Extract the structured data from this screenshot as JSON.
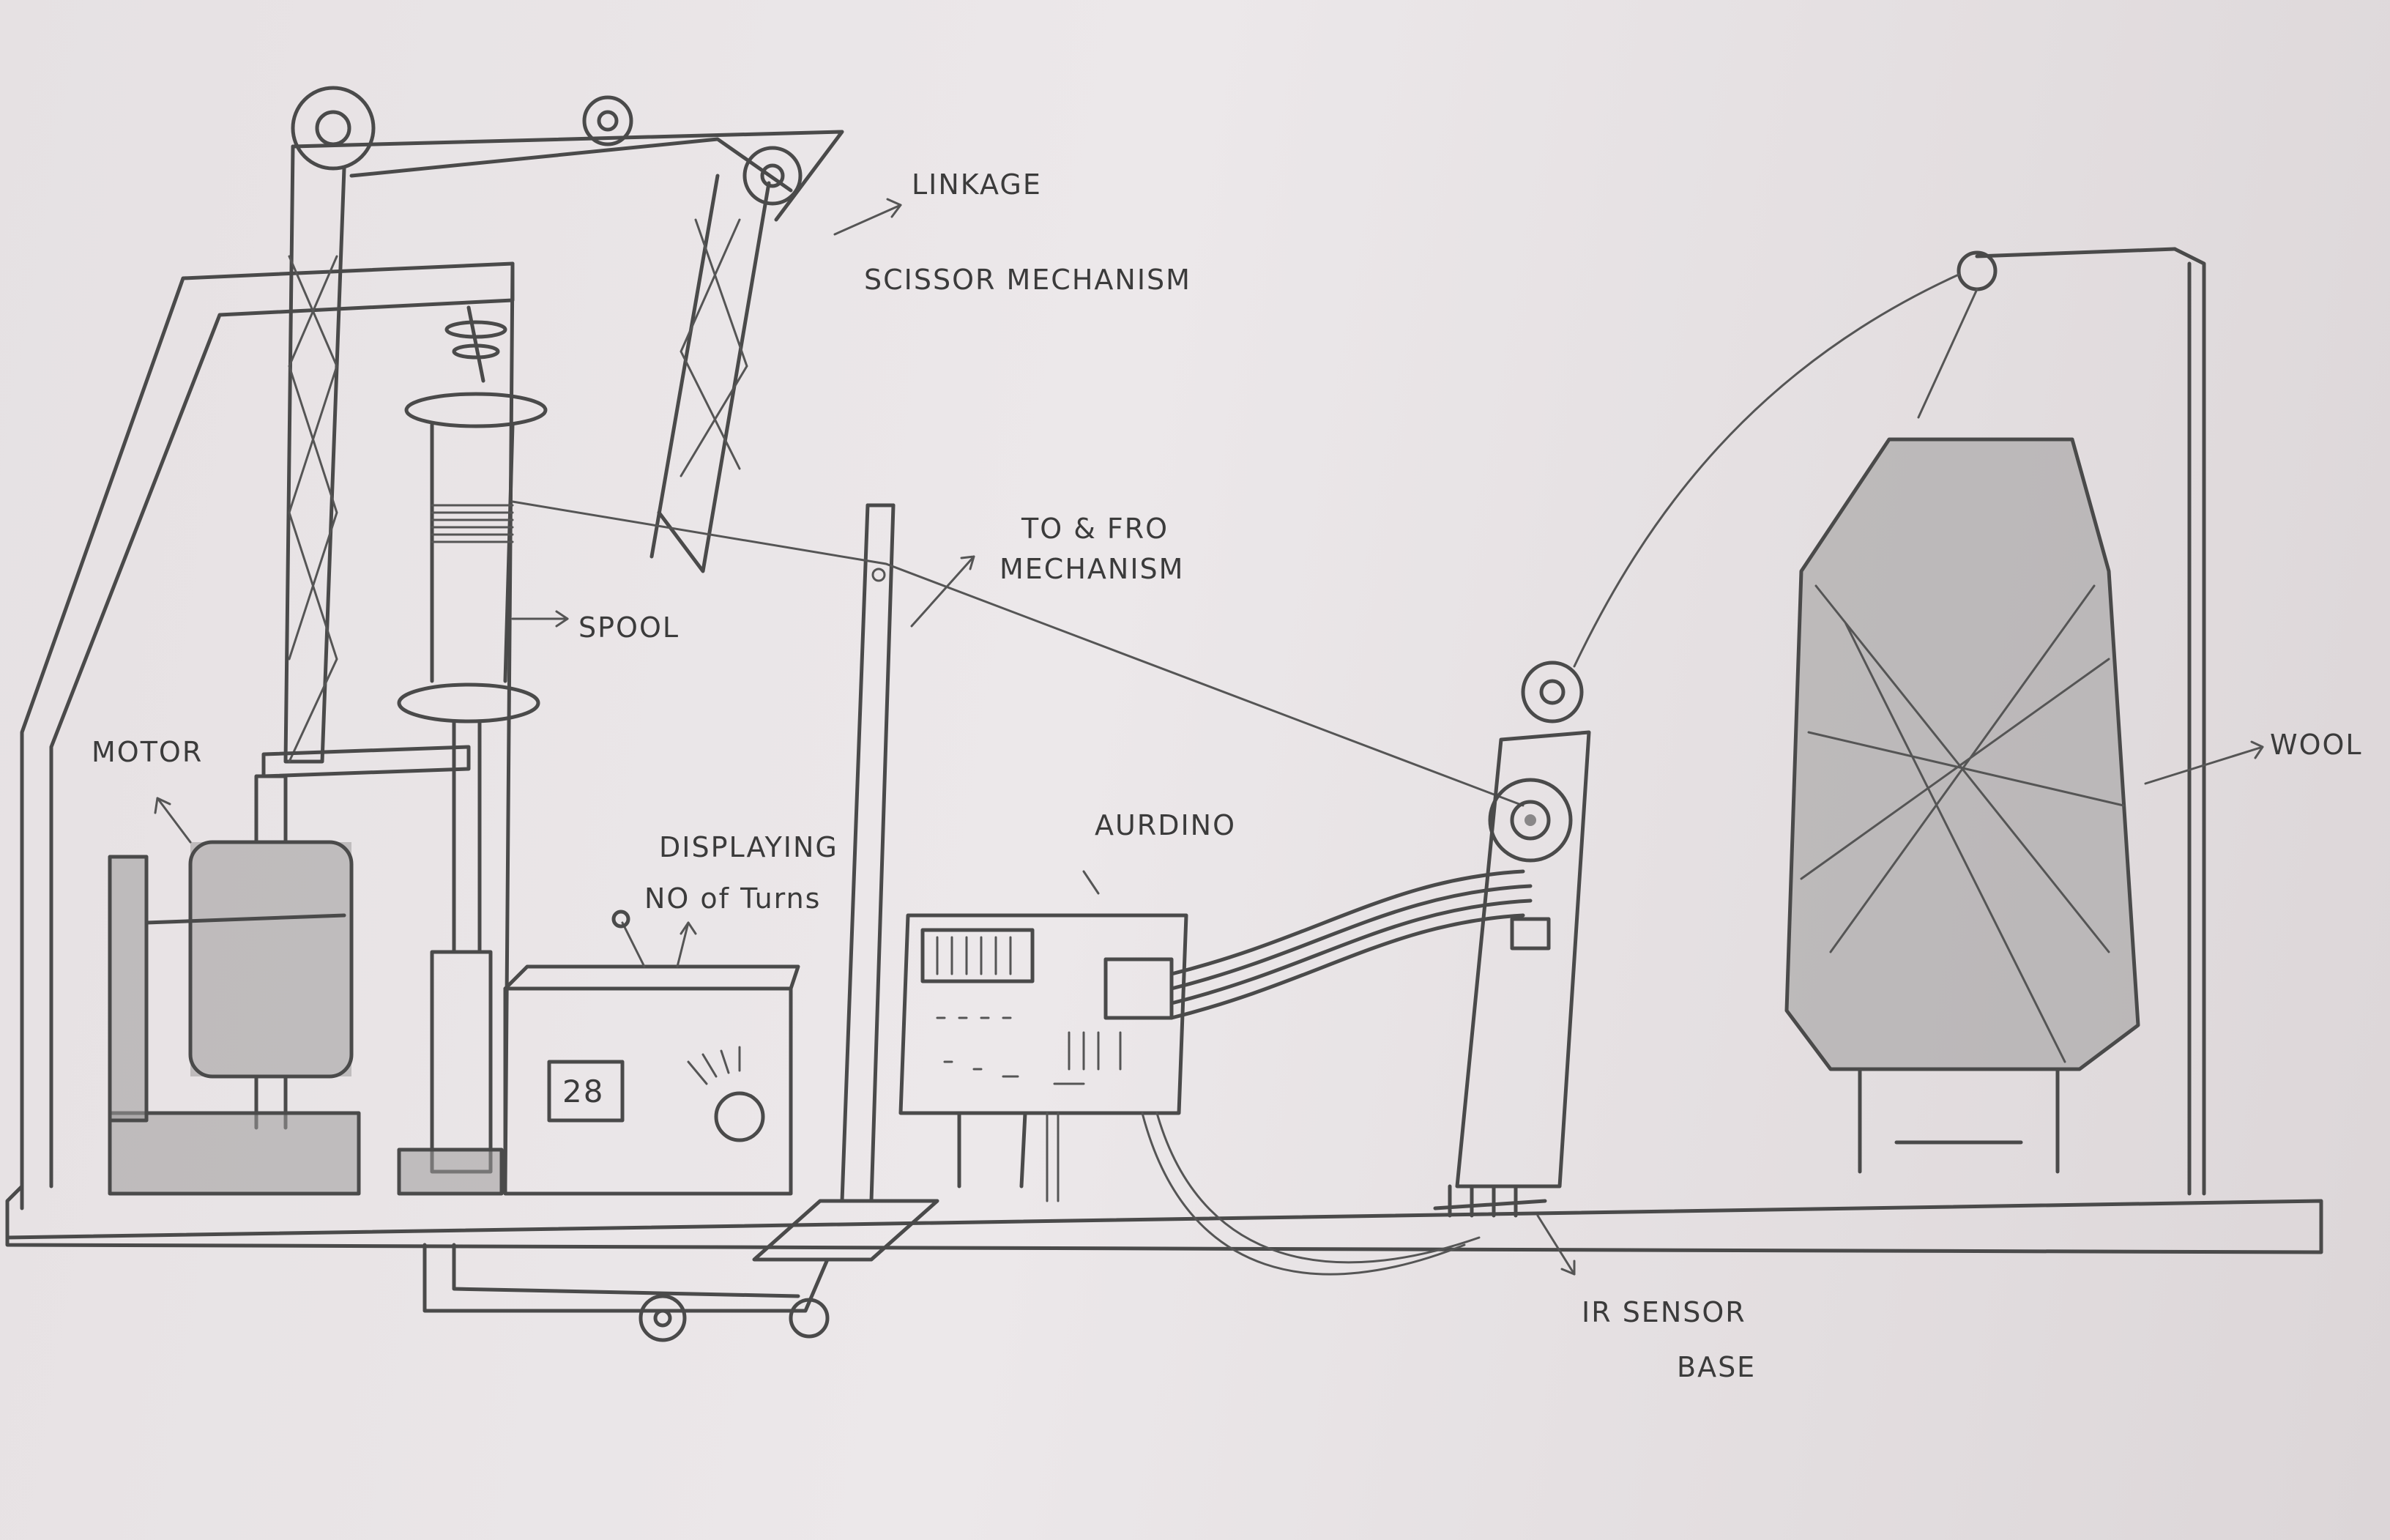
{
  "labels": {
    "linkage_1": "LINKAGE",
    "linkage_2": "SCISSOR MECHANISM",
    "tofro_1": "TO & FRO",
    "tofro_2": "MECHANISM",
    "spool": "SPOOL",
    "motor": "MOTOR",
    "display_1": "DISPLAYING",
    "display_2": "NO of Turns",
    "arduino": "AURDINO",
    "wool": "WOOL",
    "ir_1": "IR SENSOR",
    "ir_2": "BASE"
  },
  "display_readout": "28",
  "colors": {
    "pencil": "#4a4a4a",
    "paper": "#e8e4e6"
  }
}
